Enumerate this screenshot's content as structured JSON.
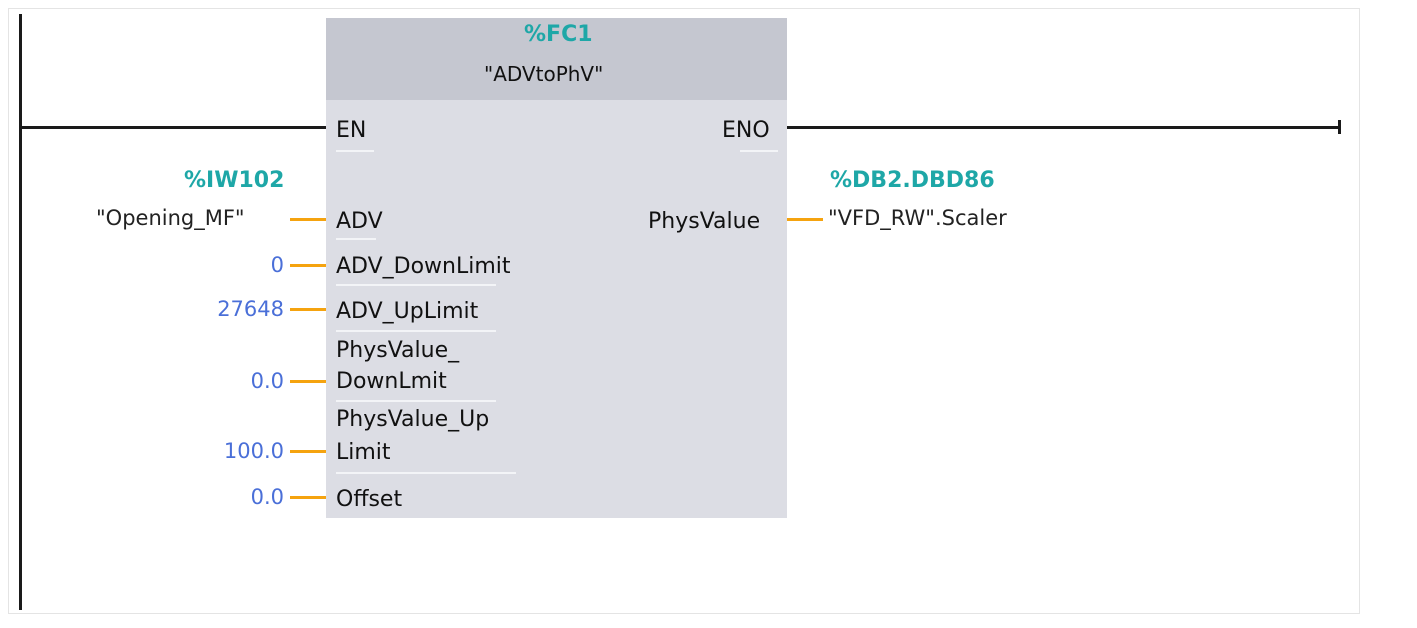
{
  "block": {
    "address": "%FC1",
    "name": "\"ADVtoPhV\"",
    "en_label": "EN",
    "eno_label": "ENO"
  },
  "inputs": [
    {
      "pin": "ADV",
      "operand": "\"Opening_MF\"",
      "address": "%IW102"
    },
    {
      "pin": "ADV_DownLimit",
      "operand": "0"
    },
    {
      "pin": "ADV_UpLimit",
      "operand": "27648"
    },
    {
      "pin_line1": "PhysValue_",
      "pin_line2": "DownLmit",
      "operand": "0.0"
    },
    {
      "pin_line1": "PhysValue_Up",
      "pin_line2": "Limit",
      "operand": "100.0"
    },
    {
      "pin": "Offset",
      "operand": "0.0"
    }
  ],
  "outputs": [
    {
      "pin": "PhysValue",
      "operand": "\"VFD_RW\".Scaler",
      "address": "%DB2.DBD86"
    }
  ],
  "colors": {
    "wire": "#f5a30f",
    "address": "#1ea7a7",
    "constant": "#4a6fd8",
    "block_body": "#dcdde4",
    "block_header": "#c5c7d0"
  }
}
